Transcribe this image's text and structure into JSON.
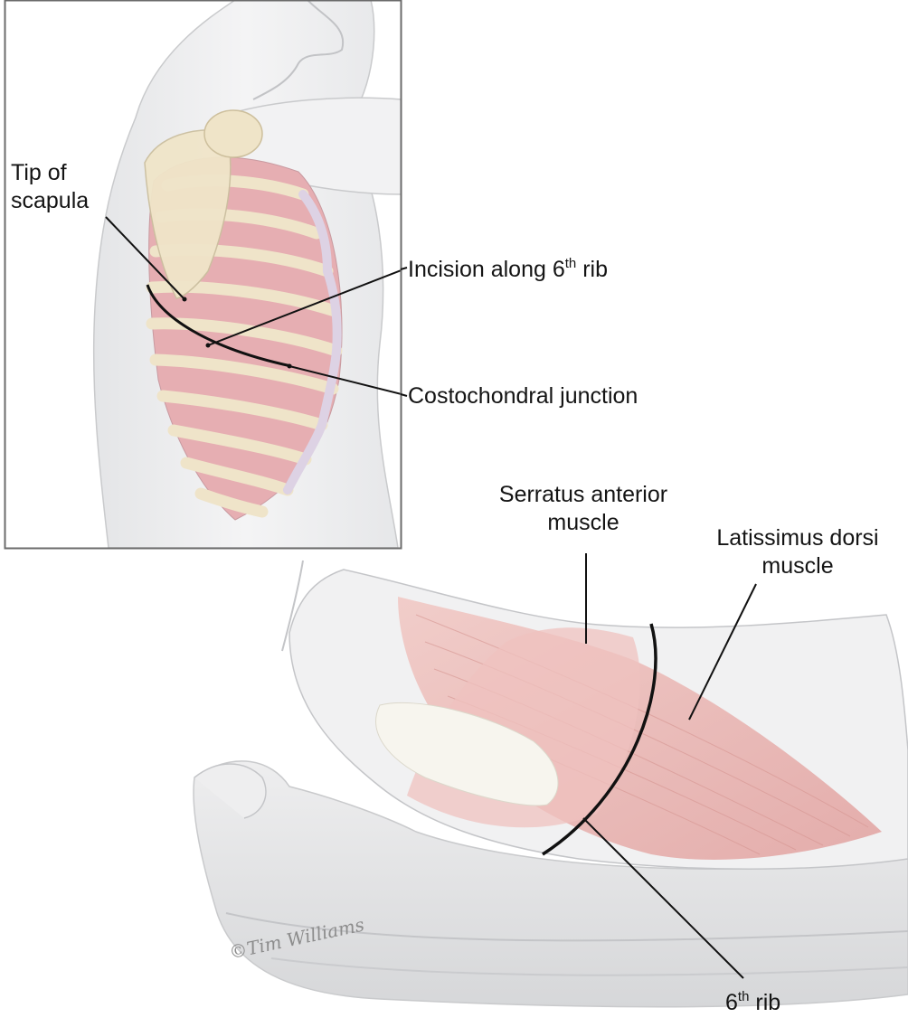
{
  "inset_labels": {
    "tip_line1": "Tip of",
    "tip_line2": "scapula",
    "incision_text": "Incision along 6",
    "incision_sup": "th",
    "incision_tail": " rib",
    "costochondral": "Costochondral junction"
  },
  "main_labels": {
    "serratus_line1": "Serratus anterior",
    "serratus_line2": "muscle",
    "latissimus_line1": "Latissimus dorsi",
    "latissimus_line2": "muscle",
    "rib_text": "6",
    "rib_sup": "th",
    "rib_tail": " rib"
  },
  "signature": "©Tim Williams",
  "colors": {
    "skin": "#f1f1f2",
    "skin_shadow": "#d9dadc",
    "rib": "#ece0c4",
    "intercostal": "#e3a3a8",
    "muscle": "#eab8b4",
    "cartilage": "#ddd2e4",
    "frame": "#6b6b6b",
    "leader": "#111111"
  }
}
